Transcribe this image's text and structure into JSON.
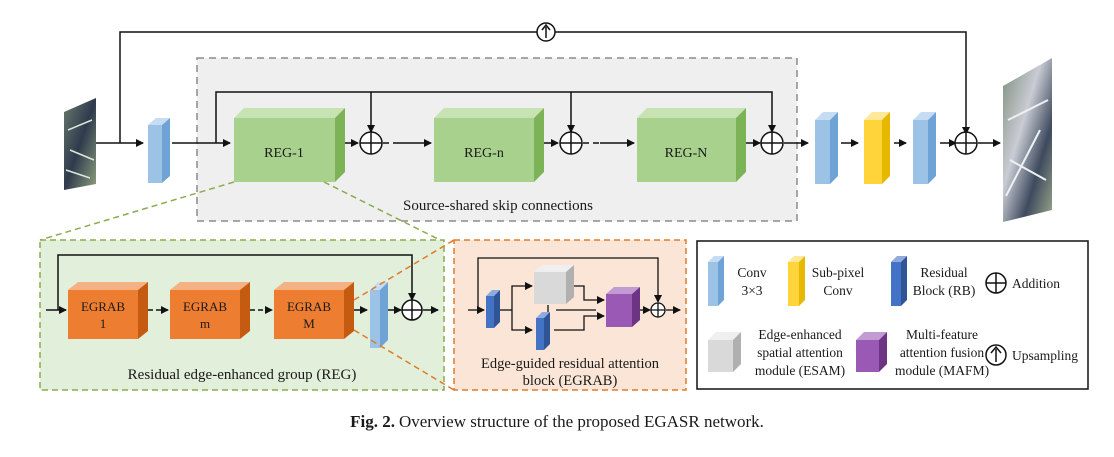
{
  "blocks": {
    "reg1": "REG-1",
    "regn": "REG-n",
    "regN": "REG-N",
    "egrab1": [
      "EGRAB",
      "1"
    ],
    "egrabm": [
      "EGRAB",
      "m"
    ],
    "egrabM": [
      "EGRAB",
      "M"
    ]
  },
  "labels": {
    "skip": "Source-shared skip connections",
    "reg_group": "Residual edge-enhanced group (REG)",
    "egrab_title": [
      "Edge-guided residual attention",
      "block (EGRAB)"
    ]
  },
  "legend": {
    "conv": [
      "Conv",
      "3×3"
    ],
    "subpixel": [
      "Sub-pixel",
      "Conv"
    ],
    "residual": [
      "Residual",
      "Block (RB)"
    ],
    "addition": "Addition",
    "esam": [
      "Edge-enhanced",
      "spatial attention",
      "module (ESAM)"
    ],
    "mafm": [
      "Multi-feature",
      "attention fusion",
      "module (MAFM)"
    ],
    "upsampling": "Upsampling"
  },
  "caption": {
    "prefix": "Fig. 2.",
    "text": "Overview structure of the proposed EGASR network."
  },
  "colors": {
    "conv": "#9cc3e6",
    "subpixel": "#ffd43b",
    "residual": "#4472c4",
    "esam": "#d9d9d9",
    "mafm": "#9b59b6",
    "reg": "#a9d18e",
    "egrab": "#ed7d31",
    "reg_panel": "#e2efda",
    "egrab_panel": "#fbe5d6"
  }
}
